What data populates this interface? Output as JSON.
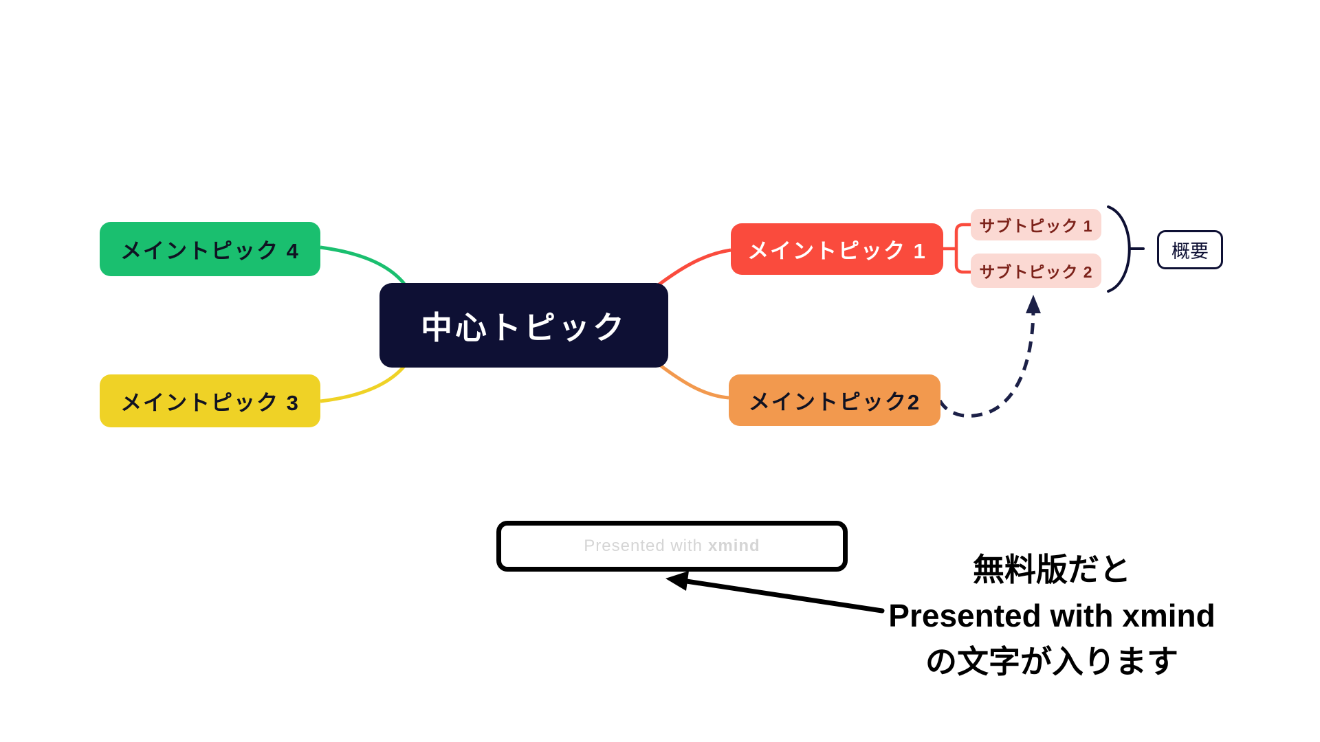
{
  "mindmap": {
    "central": {
      "label": "中心トピック"
    },
    "main_topics": [
      {
        "label": "メイントピック 1",
        "color": "#fa4b3d",
        "text_color": "#ffffff"
      },
      {
        "label": "メイントピック2",
        "color": "#f2994e",
        "text_color": "#101222"
      },
      {
        "label": "メイントピック 3",
        "color": "#efd226",
        "text_color": "#101222"
      },
      {
        "label": "メイントピック 4",
        "color": "#1abf6f",
        "text_color": "#101222"
      }
    ],
    "subtopics": [
      {
        "label": "サブトピック 1",
        "color": "#fbd9d3",
        "text_color": "#7c221a"
      },
      {
        "label": "サブトピック 2",
        "color": "#fbd9d3",
        "text_color": "#7c221a"
      }
    ],
    "outline": {
      "label": "概要",
      "border_color": "#0e1034",
      "text_color": "#0e1034"
    }
  },
  "watermark": {
    "text_normal": "Presented with",
    "text_bold": "xmind",
    "text_color": "#d5d5d5",
    "border_color": "#000000"
  },
  "annotation": {
    "lines": [
      "無料版だと",
      "Presented with xmind",
      "の文字が入ります"
    ],
    "arrow_color": "#000000"
  },
  "colors": {
    "background": "#ffffff",
    "navy": "#0e1034",
    "green": "#1abf6f",
    "yellow": "#efd226",
    "red": "#fa4b3d",
    "orange": "#f2994e",
    "relationship_dash": "#1c2047",
    "central_text": "#ffffff"
  }
}
